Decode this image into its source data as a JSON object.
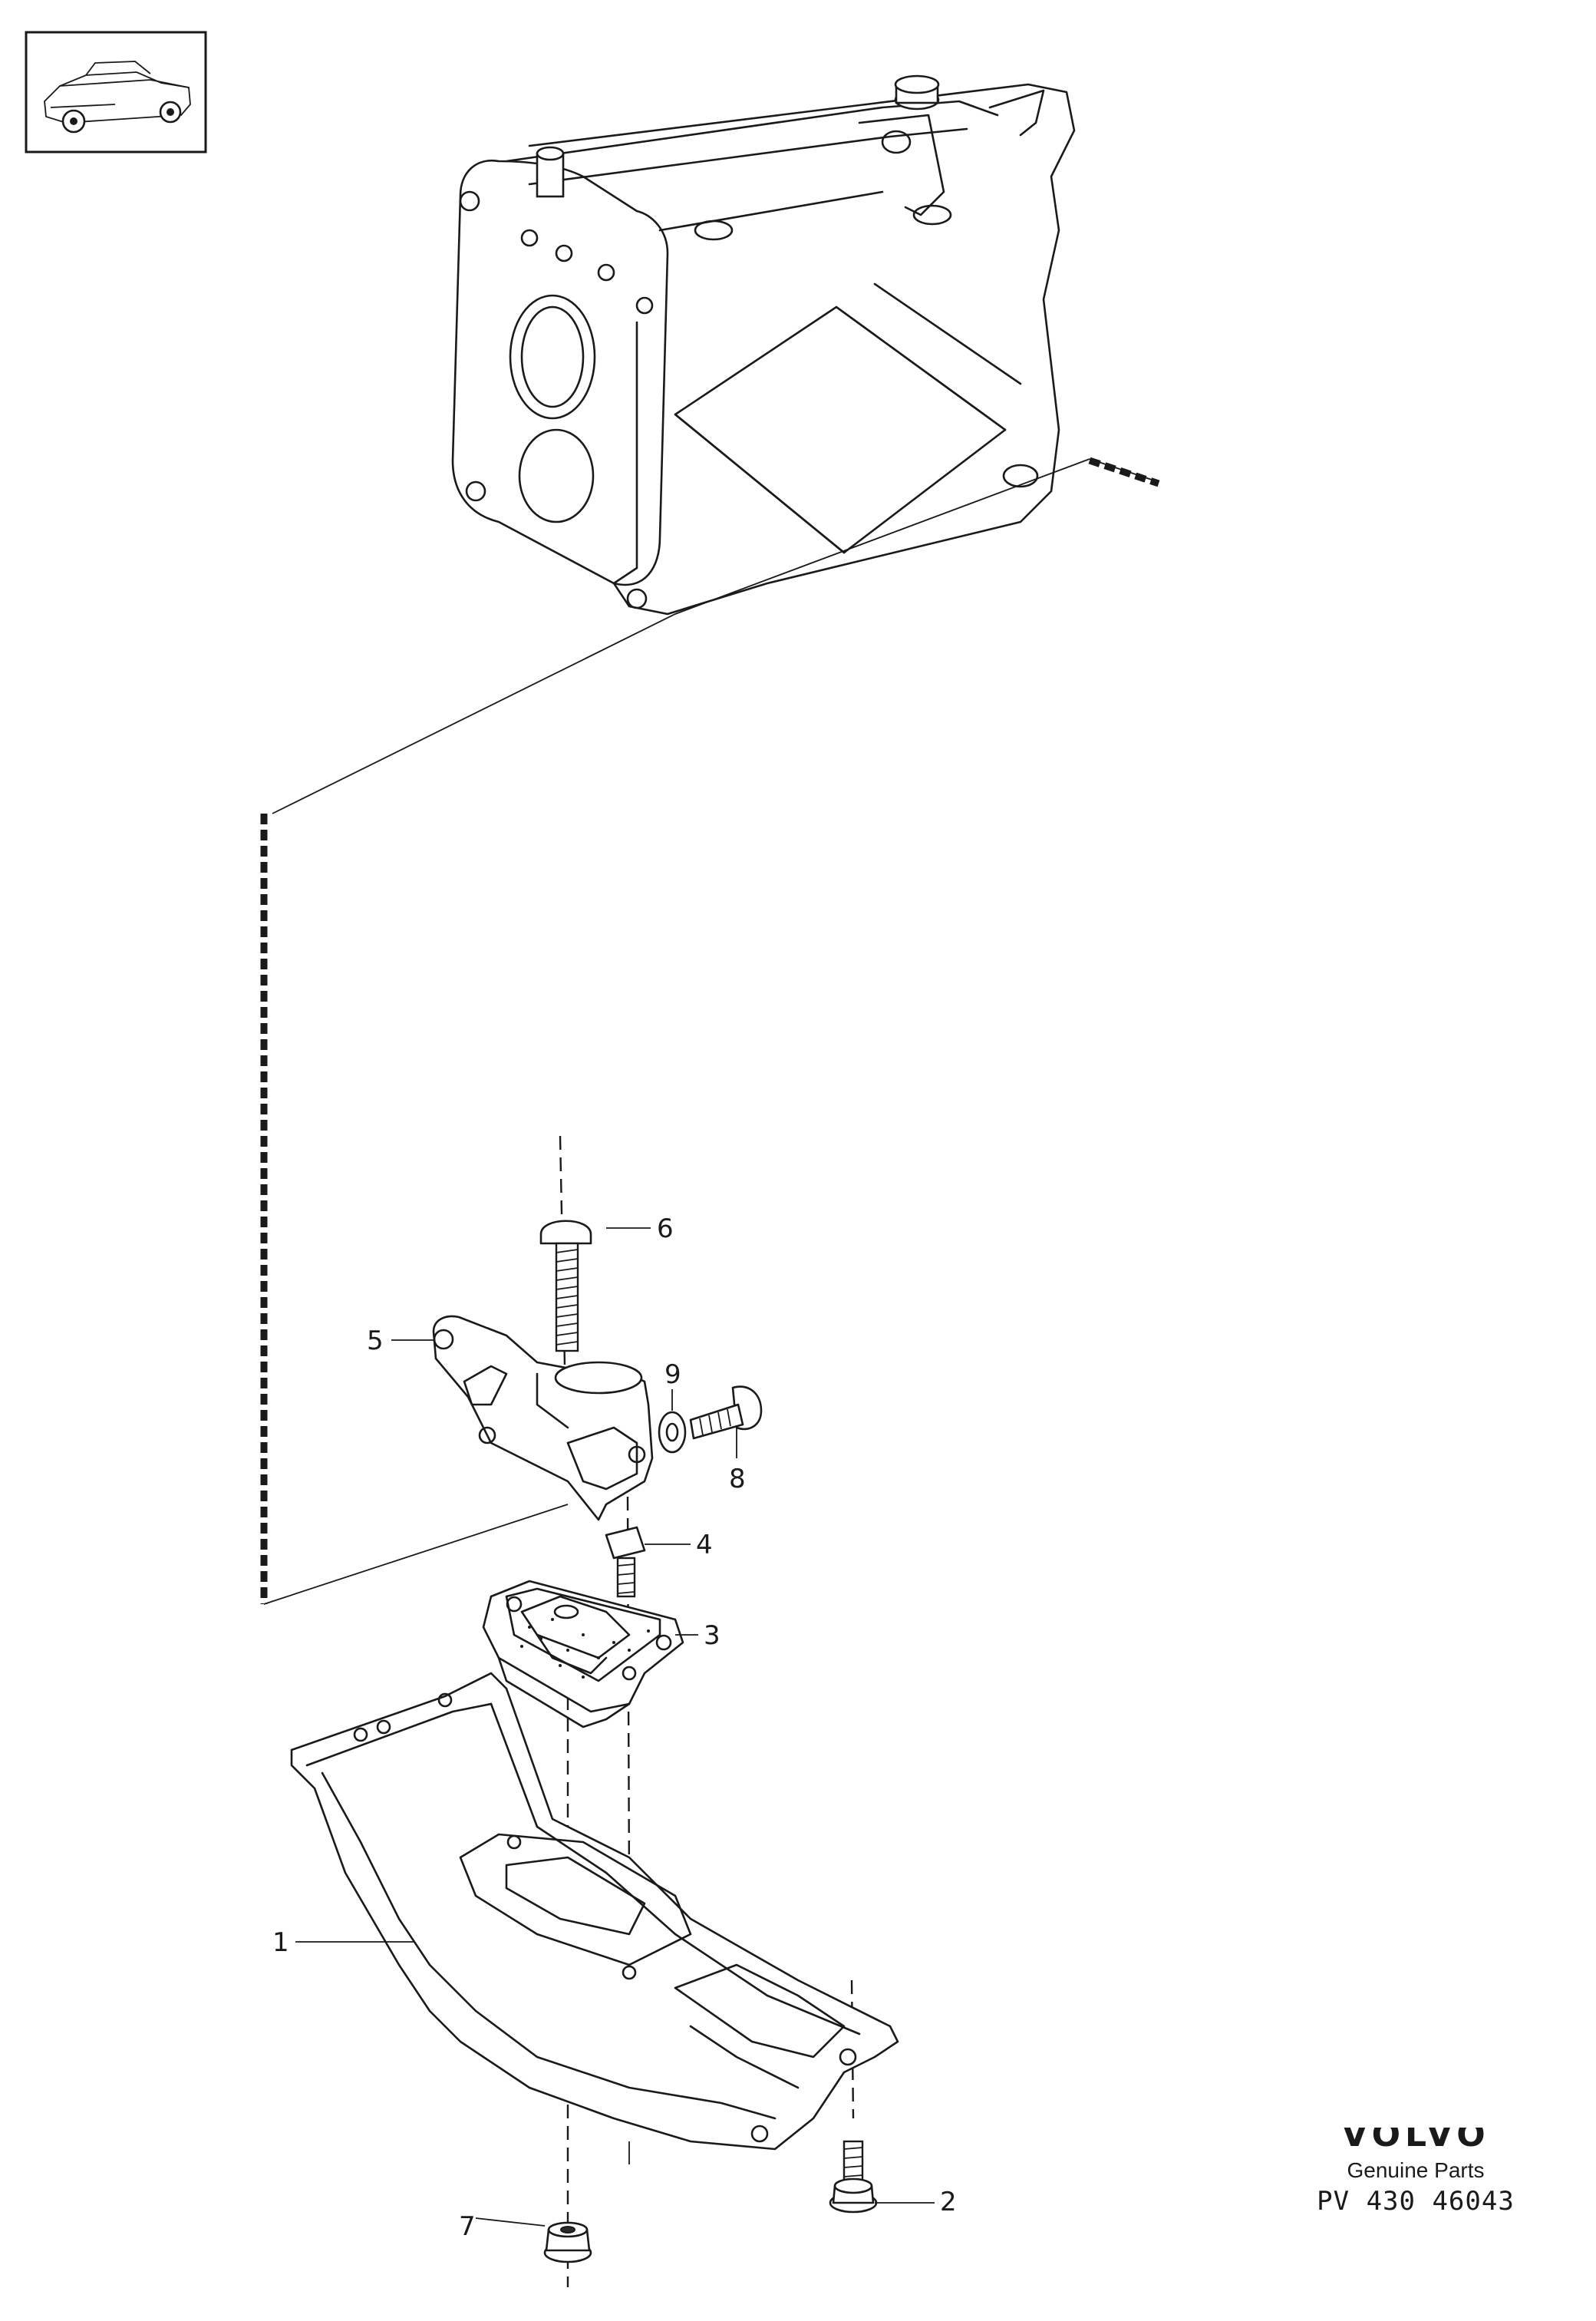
{
  "thumbnail": {
    "icon": "sedan-car-icon"
  },
  "callouts": [
    {
      "number": "1"
    },
    {
      "number": "2"
    },
    {
      "number": "3"
    },
    {
      "number": "4"
    },
    {
      "number": "5"
    },
    {
      "number": "6"
    },
    {
      "number": "7"
    },
    {
      "number": "8"
    },
    {
      "number": "9"
    }
  ],
  "footer": {
    "brand": "VOLVO",
    "subtitle": "Genuine Parts",
    "code": "PV 430 46043"
  }
}
